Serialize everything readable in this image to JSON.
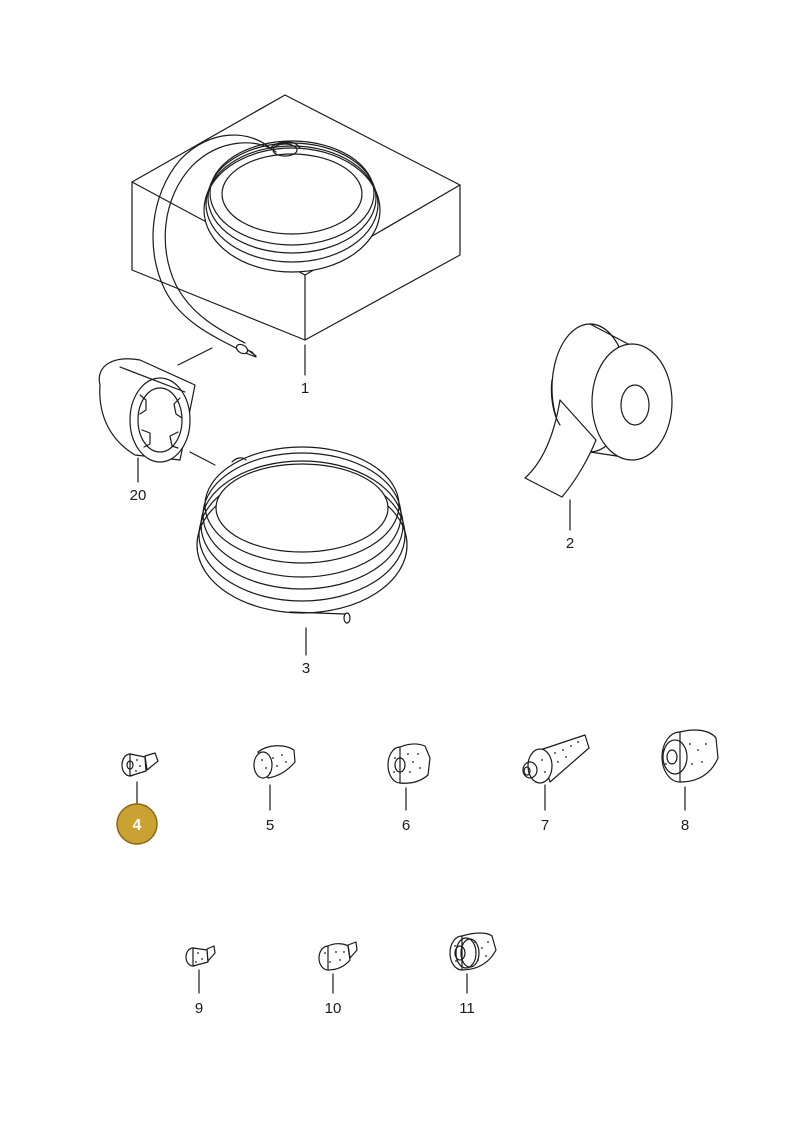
{
  "labels": {
    "p1": "1",
    "p2": "2",
    "p3": "3",
    "p4": "4",
    "p5": "5",
    "p6": "6",
    "p7": "7",
    "p8": "8",
    "p9": "9",
    "p10": "10",
    "p11": "11",
    "p20": "20"
  },
  "colors": {
    "line": "#1a1a1a",
    "highlight_fill": "#c9a233",
    "highlight_stroke": "#8a6a10",
    "background": "#ffffff"
  },
  "highlighted_part": "4"
}
